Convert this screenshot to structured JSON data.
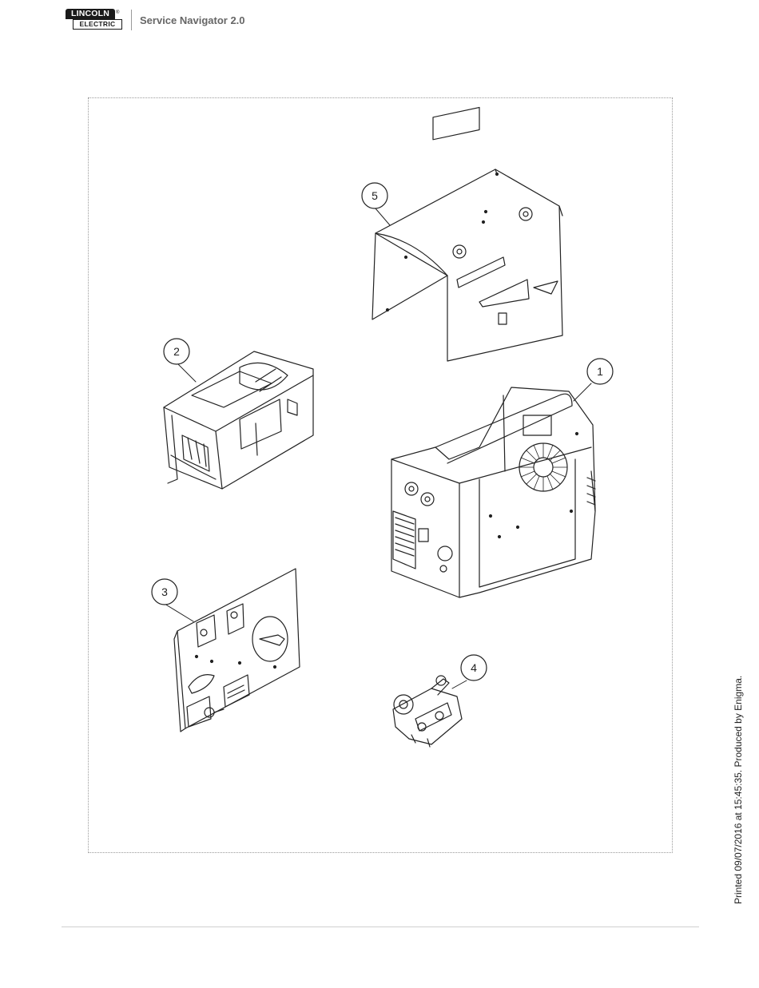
{
  "header": {
    "logo_top": "LINCOLN",
    "logo_bottom": "ELECTRIC",
    "logo_reg": "®",
    "title": "Service Navigator 2.0"
  },
  "callouts": [
    "1",
    "2",
    "3",
    "4",
    "5"
  ],
  "side_note": "Printed 09/07/2016 at 15:45:35. Produced by Enigma."
}
